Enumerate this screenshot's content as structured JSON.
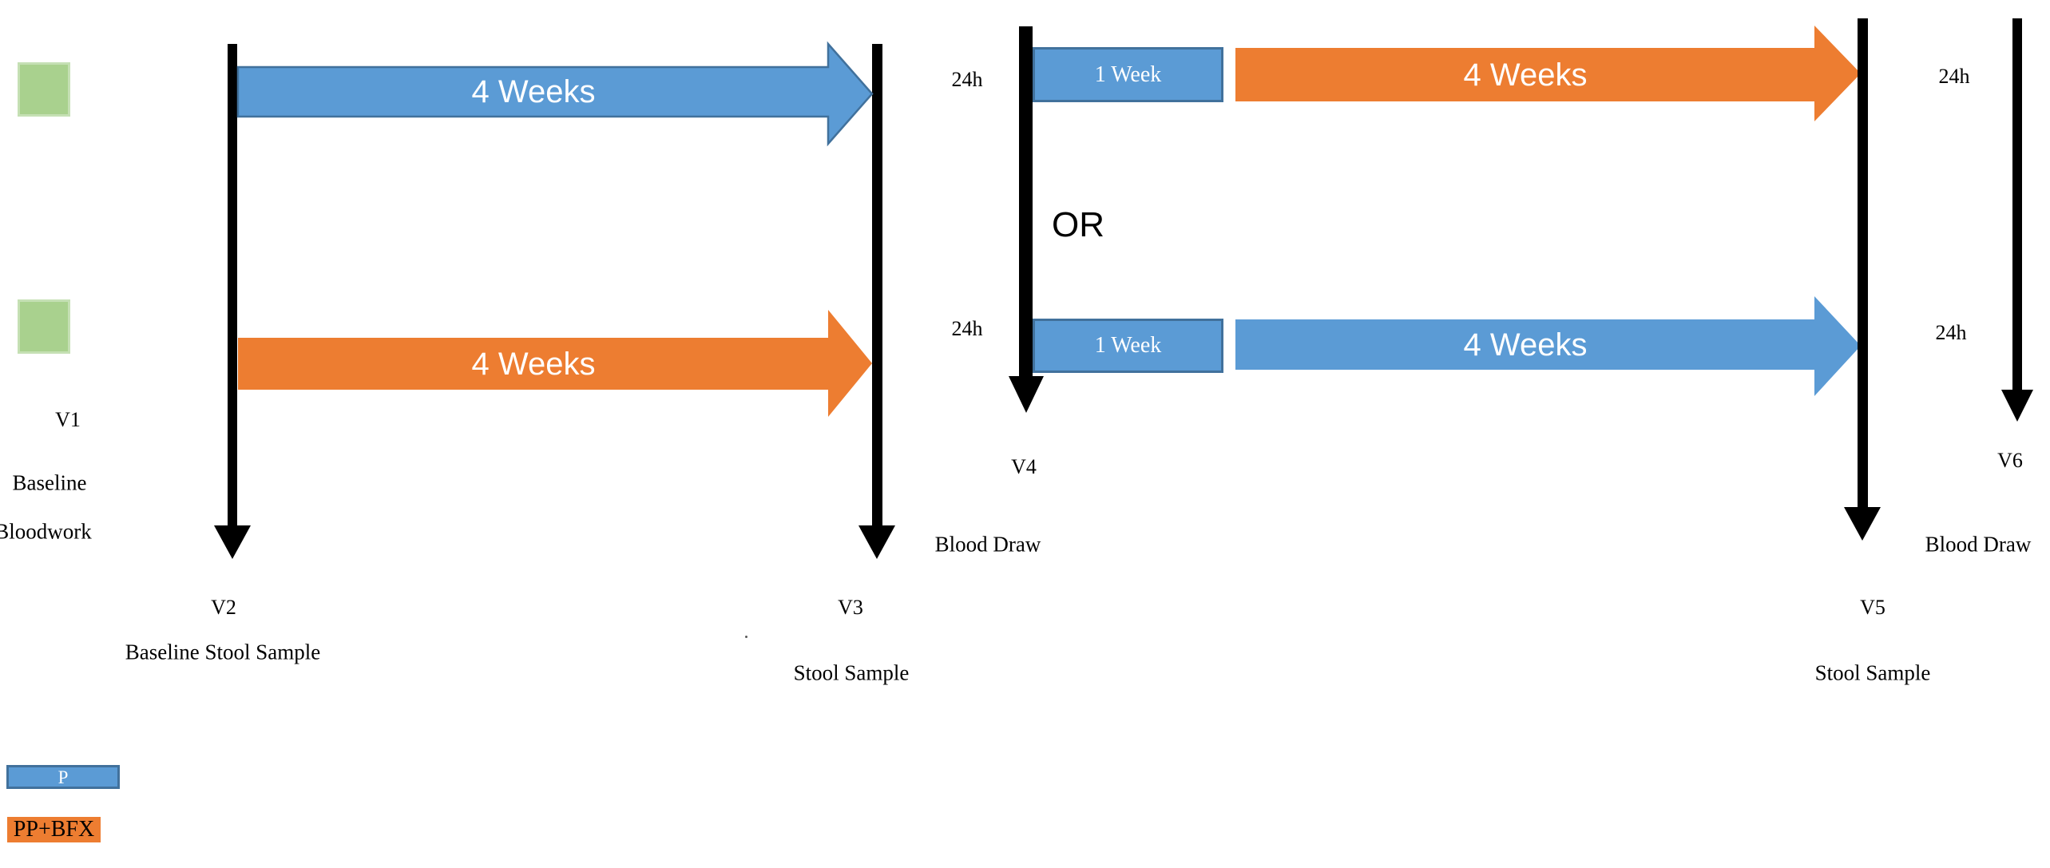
{
  "colors": {
    "treatment_p_blue": "#5B9BD5",
    "blue_border": "#41719C",
    "treatment_ppbfx_orange": "#ED7D31",
    "baseline_green": "#A9D18E",
    "baseline_green_border": "#C5E0B4",
    "timeline_black": "#000000"
  },
  "phase1": {
    "blue_arrow_label": "4 Weeks",
    "orange_arrow_label": "4 Weeks"
  },
  "crossover": {
    "or_label": "OR",
    "top": {
      "pre_24h": "24h",
      "washout": "1 Week",
      "arrow_label": "4 Weeks",
      "post_24h": "24h"
    },
    "bottom": {
      "pre_24h": "24h",
      "washout": "1 Week",
      "arrow_label": "4 Weeks",
      "post_24h": "24h"
    }
  },
  "visits": {
    "v1": {
      "id": "V1",
      "caption_line1": "Baseline",
      "caption_line2": "Bloodwork"
    },
    "v2": {
      "id": "V2",
      "caption": "Baseline Stool Sample"
    },
    "v3": {
      "id": "V3",
      "caption": "Stool Sample"
    },
    "v4": {
      "id": "V4",
      "caption": "Blood Draw"
    },
    "v5": {
      "id": "V5",
      "caption": "Stool Sample"
    },
    "v6": {
      "id": "V6",
      "caption": "Blood Draw"
    }
  },
  "legend": {
    "items": [
      {
        "label": "P",
        "color": "#5B9BD5"
      },
      {
        "label": "PP+BFX",
        "color": "#ED7D31"
      }
    ]
  }
}
